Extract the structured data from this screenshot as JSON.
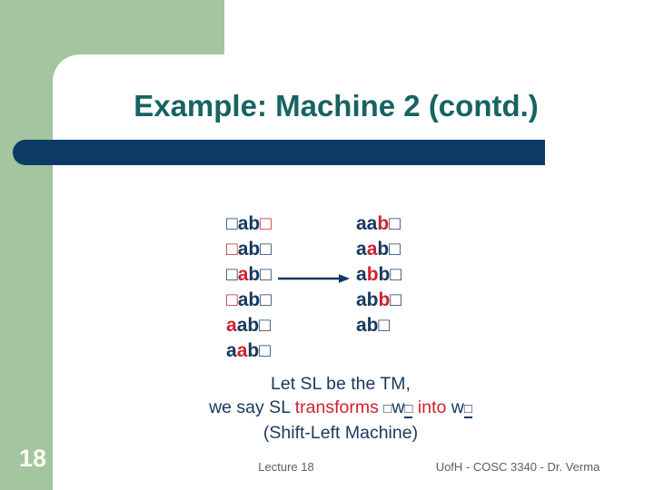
{
  "slide": {
    "title": "Example: Machine 2 (contd.)",
    "page_number": "18",
    "footer_center": "Lecture 18",
    "footer_right": "UofH - COSC 3340 - Dr. Verma"
  },
  "colors": {
    "navy": "#17395f",
    "red": "#cf2130",
    "teal_title": "#166363",
    "bar_navy": "#0c3a66",
    "green": "#a3c6a0",
    "footer_gray": "#546262"
  },
  "tape_trace": {
    "left_column": [
      [
        {
          "text": "□",
          "color": "navy"
        },
        {
          "text": "ab",
          "color": "navy"
        },
        {
          "text": "□",
          "color": "red"
        }
      ],
      [
        {
          "text": "□",
          "color": "red"
        },
        {
          "text": "ab",
          "color": "navy"
        },
        {
          "text": "□",
          "color": "navy"
        }
      ],
      [
        {
          "text": "□",
          "color": "navy"
        },
        {
          "text": "a",
          "color": "red"
        },
        {
          "text": "b",
          "color": "navy"
        },
        {
          "text": "□",
          "color": "navy"
        }
      ],
      [
        {
          "text": "□",
          "color": "red"
        },
        {
          "text": "ab",
          "color": "navy"
        },
        {
          "text": "□",
          "color": "navy"
        }
      ],
      [
        {
          "text": "a",
          "color": "red"
        },
        {
          "text": "ab",
          "color": "navy"
        },
        {
          "text": "□",
          "color": "navy"
        }
      ],
      [
        {
          "text": "a",
          "color": "navy"
        },
        {
          "text": "a",
          "color": "red"
        },
        {
          "text": "b",
          "color": "navy"
        },
        {
          "text": "□",
          "color": "navy"
        }
      ]
    ],
    "right_column": [
      [
        {
          "text": "aa",
          "color": "navy"
        },
        {
          "text": "b",
          "color": "red"
        },
        {
          "text": "□",
          "color": "navy"
        }
      ],
      [
        {
          "text": "a",
          "color": "navy"
        },
        {
          "text": "a",
          "color": "red"
        },
        {
          "text": "b",
          "color": "navy"
        },
        {
          "text": "□",
          "color": "navy"
        }
      ],
      [
        {
          "text": "a",
          "color": "navy"
        },
        {
          "text": "b",
          "color": "red"
        },
        {
          "text": "b",
          "color": "navy"
        },
        {
          "text": "□",
          "color": "navy"
        }
      ],
      [
        {
          "text": "ab",
          "color": "navy"
        },
        {
          "text": "b",
          "color": "red"
        },
        {
          "text": "□",
          "color": "navy"
        }
      ],
      [
        {
          "text": "ab",
          "color": "navy"
        },
        {
          "text": "□",
          "color": "navy"
        }
      ]
    ]
  },
  "caption": {
    "line1": "Let SL be the TM,",
    "line2_parts": [
      {
        "text": "we say SL ",
        "color": "navy"
      },
      {
        "text": "transforms ",
        "color": "red"
      },
      {
        "text": "□",
        "color": "navy",
        "square": true
      },
      {
        "text": "w",
        "color": "navy"
      },
      {
        "text": "□",
        "color": "navy",
        "square": true,
        "underline": true
      },
      {
        "text": " into ",
        "color": "red"
      },
      {
        "text": "w",
        "color": "navy"
      },
      {
        "text": "□",
        "color": "navy",
        "square": true,
        "underline": true
      }
    ],
    "line3": "(Shift-Left Machine)"
  }
}
